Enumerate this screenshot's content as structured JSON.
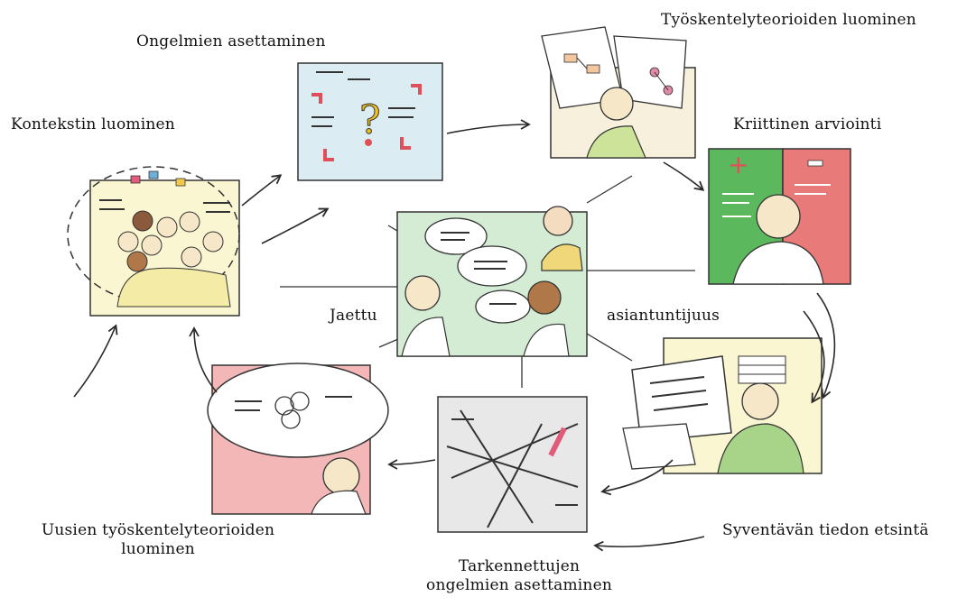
{
  "labels": {
    "kontekstin": "Kontekstin luominen",
    "ongelmien": "Ongelmien asettaminen",
    "tyoskentely": "Työskentelyteorioiden luominen",
    "kriittinen": "Kriittinen arviointi",
    "syventavan": "Syventävän tiedon etsintä",
    "tarkennettujen_1": "Tarkennettujen",
    "tarkennettujen_2": "ongelmien asettaminen",
    "uusien_1": "Uusien työskentelyteorioiden",
    "uusien_2": "luominen",
    "jaettu": "Jaettu",
    "asiantuntijuus": "asiantuntijuus"
  },
  "colors": {
    "ink": "#2a2a2a",
    "panel_yellow": "#fbf6d2",
    "panel_blue": "#dcecf3",
    "panel_cream": "#f6f0dc",
    "panel_green": "#5cb85c",
    "panel_red": "#e87a7a",
    "panel_green_center": "#cfe8cf",
    "panel_grey": "#e8e8e8",
    "panel_pink": "#f3b7b7"
  },
  "icons": [
    "people-group",
    "question-mark",
    "papers",
    "thinking-person",
    "plus-minus-board",
    "books-reader",
    "crossed-lines",
    "thought-bubble"
  ]
}
